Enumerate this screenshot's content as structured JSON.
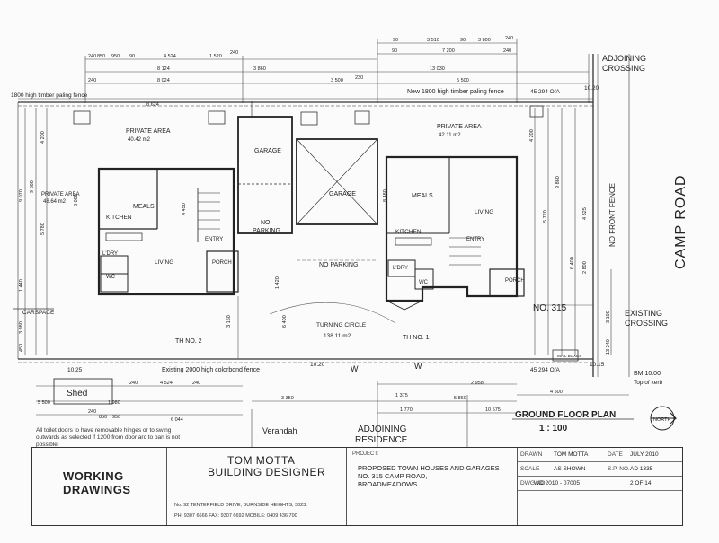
{
  "labels": {
    "adjoining_crossing": [
      "ADJOINING",
      "CROSSING"
    ],
    "camp_road": "CAMP ROAD",
    "no_front_fence": "NO FRONT FENCE",
    "existing_crossing": [
      "EXISTING",
      "CROSSING"
    ],
    "fence_1800_left": "1800 high timber paling fence",
    "fence_1800_new": "New 1800 high timber paling fence",
    "fence_2000": "Existing 2000 high colorbond fence",
    "private_area_left": "PRIVATE AREA",
    "private_area_left_size": "40.42 m2",
    "private_area_right": "PRIVATE AREA",
    "private_area_right_size": "42.11 m2",
    "private_area_west": "PRIVATE AREA",
    "private_area_west_size": "48.64 m2",
    "garage": "GARAGE",
    "meals": "MEALS",
    "kitchen": "KITCHEN",
    "living": "LIVING",
    "entry": "ENTRY",
    "ldry": "L'DRY",
    "wc": "WC",
    "porch": "PORCH",
    "no_parking": "NO PARKING",
    "no_parking_2": [
      "NO",
      "PARKING"
    ],
    "turning_circle": "TURNING CIRCLE",
    "turning_area": "138.11 m2",
    "th_no_2": "TH NO. 2",
    "th_no_1": "TH NO. 1",
    "no_315": "NO. 315",
    "carspace": "CARSPACE",
    "shed": "Shed",
    "verandah": "Verandah",
    "adjoining_residence": [
      "ADJOINING",
      "RESIDENCE"
    ],
    "plan_title": "GROUND FLOOR PLAN",
    "plan_scale": "1 : 100",
    "north": "NORTH",
    "bm": "BM 10.00",
    "top_of_kerb": "Top of kerb",
    "level_1025": "10.25",
    "level_1020a": "10.20",
    "level_1020b": "10.20",
    "level_1015": "10.15",
    "boundary_top": "45 294 O/A",
    "boundary_bottom": "45 294 O/A",
    "mail_boxes": "MAIL BOXES",
    "w1": "W",
    "w2": "W"
  },
  "dims": {
    "top": [
      "240",
      "850",
      "950",
      "90",
      "4 524",
      "1 520",
      "240",
      "90",
      "3 510",
      "90",
      "3 800",
      "240",
      "8 124",
      "3 860",
      "13 030",
      "90",
      "7 200",
      "240",
      "8 024",
      "3 500",
      "5 500",
      "230",
      "240",
      "8 624"
    ],
    "bottom": [
      "5 500",
      "240",
      "4 524",
      "240",
      "1 980",
      "240",
      "850",
      "950",
      "6 044",
      "3 350",
      "1 375",
      "2 958",
      "1 770",
      "5 860",
      "4 500",
      "10 575"
    ],
    "left": [
      "9 070",
      "9 860",
      "4 200",
      "3 000",
      "5 780",
      "1 440",
      "3 980",
      "450"
    ],
    "right": [
      "4 200",
      "5 720",
      "9 860",
      "6 400",
      "2 800",
      "4 825",
      "3 100",
      "13 240"
    ],
    "mid": [
      "8 480",
      "6 400",
      "1 420",
      "3 150",
      "4 450"
    ]
  },
  "notes": {
    "toilet": "All toilet doors to have removable hinges or to swing outwards as selected if 1200 from door arc to pan is not possible."
  },
  "title_block": {
    "working_drawings": [
      "WORKING",
      "DRAWINGS"
    ],
    "designer_name": [
      "TOM MOTTA",
      "BUILDING DESIGNER"
    ],
    "designer_address": "No. 92 TENTERFIELD DRIVE, BURNSIDE HEIGHTS, 3023.",
    "designer_contact": "PH: 9307 6666     FAX: 9307 6692     MOBILE: 0409 436 700",
    "project_label": "PROJECT:",
    "project_lines": [
      "PROPOSED TOWN HOUSES AND GARAGES",
      "NO. 315 CAMP ROAD,",
      "BROADMEADOWS."
    ],
    "drawn_label": "DRAWN",
    "drawn_by": "TOM MOTTA",
    "date_label": "DATE",
    "date_value": "JULY 2010",
    "scale_label": "SCALE",
    "scale_value": "AS SHOWN",
    "sp_label": "S.P. NO.",
    "sp_value": "AD 1335",
    "dwg_label": "DWG NO.",
    "dwg_value": "WD 2010 - 07005",
    "sheet_value": "2 OF 14"
  }
}
